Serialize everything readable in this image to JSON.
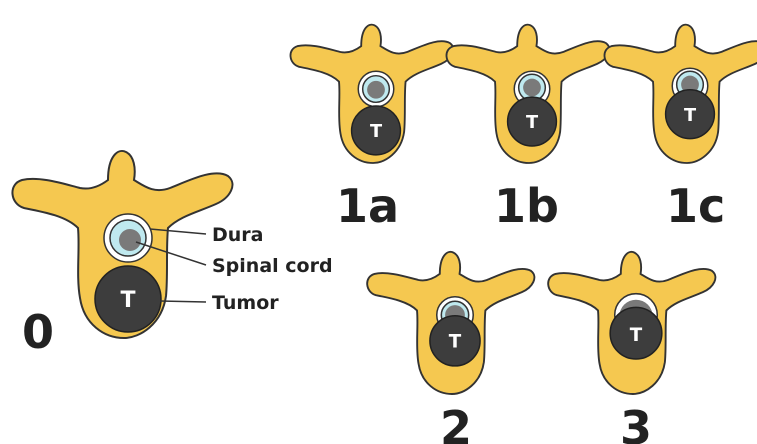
{
  "colors": {
    "bone": "#F5C850",
    "outline": "#333333",
    "tumor": "#3d3d3d",
    "cord": "#7a7a7a",
    "csf": "#bfe9ef",
    "dura": "#ffffff",
    "text": "#222222"
  },
  "tumor_letter": "T",
  "grades": {
    "g0": "0",
    "g1a": "1a",
    "g1b": "1b",
    "g1c": "1c",
    "g2": "2",
    "g3": "3"
  },
  "annotations": {
    "dura": "Dura",
    "spinal_cord": "Spinal cord",
    "tumor": "Tumor"
  }
}
